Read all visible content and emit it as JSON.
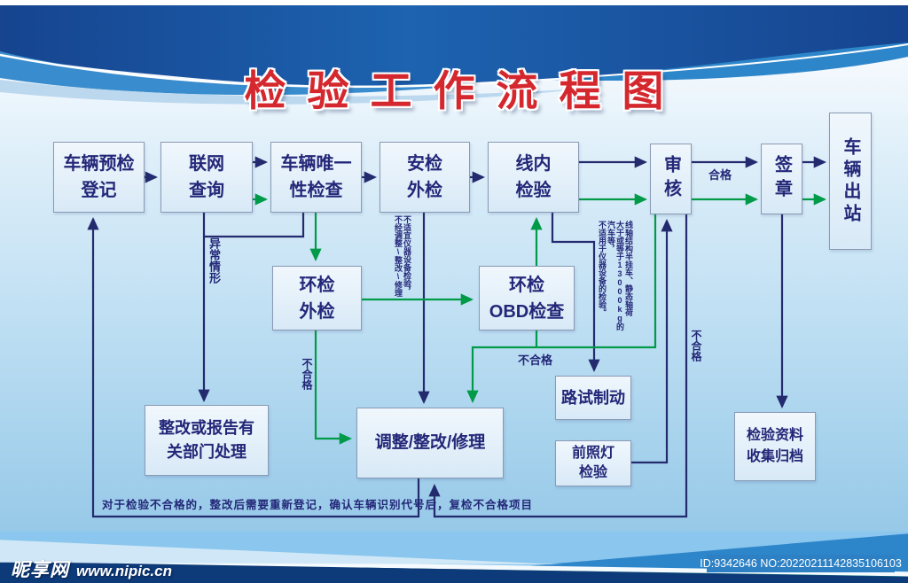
{
  "title": "检验工作流程图",
  "diagram": {
    "nodes": {
      "pre_check": {
        "label": "车辆预检登记",
        "lines": [
          "车辆预检",
          "登记"
        ]
      },
      "network_query": {
        "label": "联网查询",
        "lines": [
          "联网",
          "查询"
        ]
      },
      "uniqueness": {
        "label": "车辆唯一性检查",
        "lines": [
          "车辆唯一",
          "性检查"
        ]
      },
      "safety_ext": {
        "label": "安检外检",
        "lines": [
          "安检",
          "外检"
        ]
      },
      "inline_test": {
        "label": "线内检验",
        "lines": [
          "线内",
          "检验"
        ]
      },
      "review": {
        "label": "审核"
      },
      "seal": {
        "label": "签章"
      },
      "exit": {
        "label": "车辆出站"
      },
      "env_ext": {
        "label": "环检外检",
        "lines": [
          "环检",
          "外检"
        ]
      },
      "env_obd": {
        "label": "环检OBD检查",
        "lines": [
          "环检",
          "OBD检查"
        ]
      },
      "rectify_report": {
        "label": "整改或报告有关部门处理",
        "lines": [
          "整改或报告有",
          "关部门处理"
        ]
      },
      "adjust": {
        "label": "调整/整改/修理"
      },
      "road_test": {
        "label": "路试制动"
      },
      "headlamp": {
        "label": "前照灯检验",
        "lines": [
          "前照灯",
          "检验"
        ]
      },
      "archive": {
        "label": "检验资料收集归档",
        "lines": [
          "检验资料",
          "收集归档"
        ]
      }
    },
    "edges": [
      {
        "from": "车辆预检登记",
        "to": "联网查询",
        "color": "navy"
      },
      {
        "from": "联网查询",
        "to": "车辆唯一性检查",
        "color": "navy+green"
      },
      {
        "from": "车辆唯一性检查",
        "to": "安检外检",
        "color": "navy"
      },
      {
        "from": "安检外检",
        "to": "线内检验",
        "color": "navy"
      },
      {
        "from": "线内检验",
        "to": "审核",
        "color": "navy+green"
      },
      {
        "from": "审核",
        "to": "签章",
        "label": "合格",
        "color": "navy+green"
      },
      {
        "from": "签章",
        "to": "车辆出站",
        "color": "navy+green"
      },
      {
        "from": "联网查询、车辆唯一性检查",
        "to": "整改或报告有关部门处理",
        "label": "异常情形",
        "color": "navy"
      },
      {
        "from": "车辆唯一性检查",
        "to": "环检外检",
        "color": "green"
      },
      {
        "from": "安检外检",
        "to": "调整/整改/修理",
        "label": "不适宜仪器设备检验，不经调整\\整改\\修理",
        "color": "navy"
      },
      {
        "from": "环检外检",
        "to": "环检OBD检查",
        "color": "green"
      },
      {
        "from": "环检OBD检查",
        "to": "线内检验",
        "color": "green"
      },
      {
        "from": "环检OBD检查",
        "to": "调整/整改/修理",
        "label": "不合格",
        "color": "green"
      },
      {
        "from": "审核",
        "to": "调整/整改/修理",
        "label": "不合格",
        "color": "green"
      },
      {
        "from": "环检外检",
        "to": "调整/整改/修理",
        "label": "不合格",
        "color": "green"
      },
      {
        "from": "线内检验",
        "to": "路试制动",
        "label": "线轴结构半挂车、静态轴荷大于或等于13000kg的汽车等，不适用于仪器设备的检验。",
        "color": "navy"
      },
      {
        "from": "前照灯检验",
        "to": "审核",
        "color": "navy"
      },
      {
        "from": "审核",
        "to": "调整/整改/修理",
        "label": "不合格",
        "color": "navy"
      },
      {
        "from": "调整/整改/修理",
        "to": "车辆预检登记",
        "color": "navy"
      },
      {
        "from": "签章",
        "to": "检验资料收集归档",
        "color": "navy"
      }
    ]
  },
  "annotations": {
    "qualified": "合格",
    "unqualified": "不合格",
    "abnormal": "异常情形",
    "not_suitable": {
      "col1": "不适宜仪器设备检验，",
      "col2": "不经调整\\整改\\修理"
    },
    "axle": {
      "col1": "线轴结构半挂车、静态轴荷",
      "col2": "大于或等于13000kg的汽车等，",
      "col3": "不适用于仪器设备的检验。"
    }
  },
  "bottom_note": "对于检验不合格的，整改后需要重新登记，确认车辆识别代号后，复检不合格项目",
  "footer": {
    "watermark_site": "昵享网",
    "watermark_url": "www.nipic.cn",
    "id_text": "ID:9342646 NO:20220211142835106103"
  },
  "colors": {
    "title_red": "#d4282e",
    "line_navy": "#232a6e",
    "line_green": "#009a48",
    "box_border": "#8a9ab5",
    "box_text": "#232778"
  }
}
